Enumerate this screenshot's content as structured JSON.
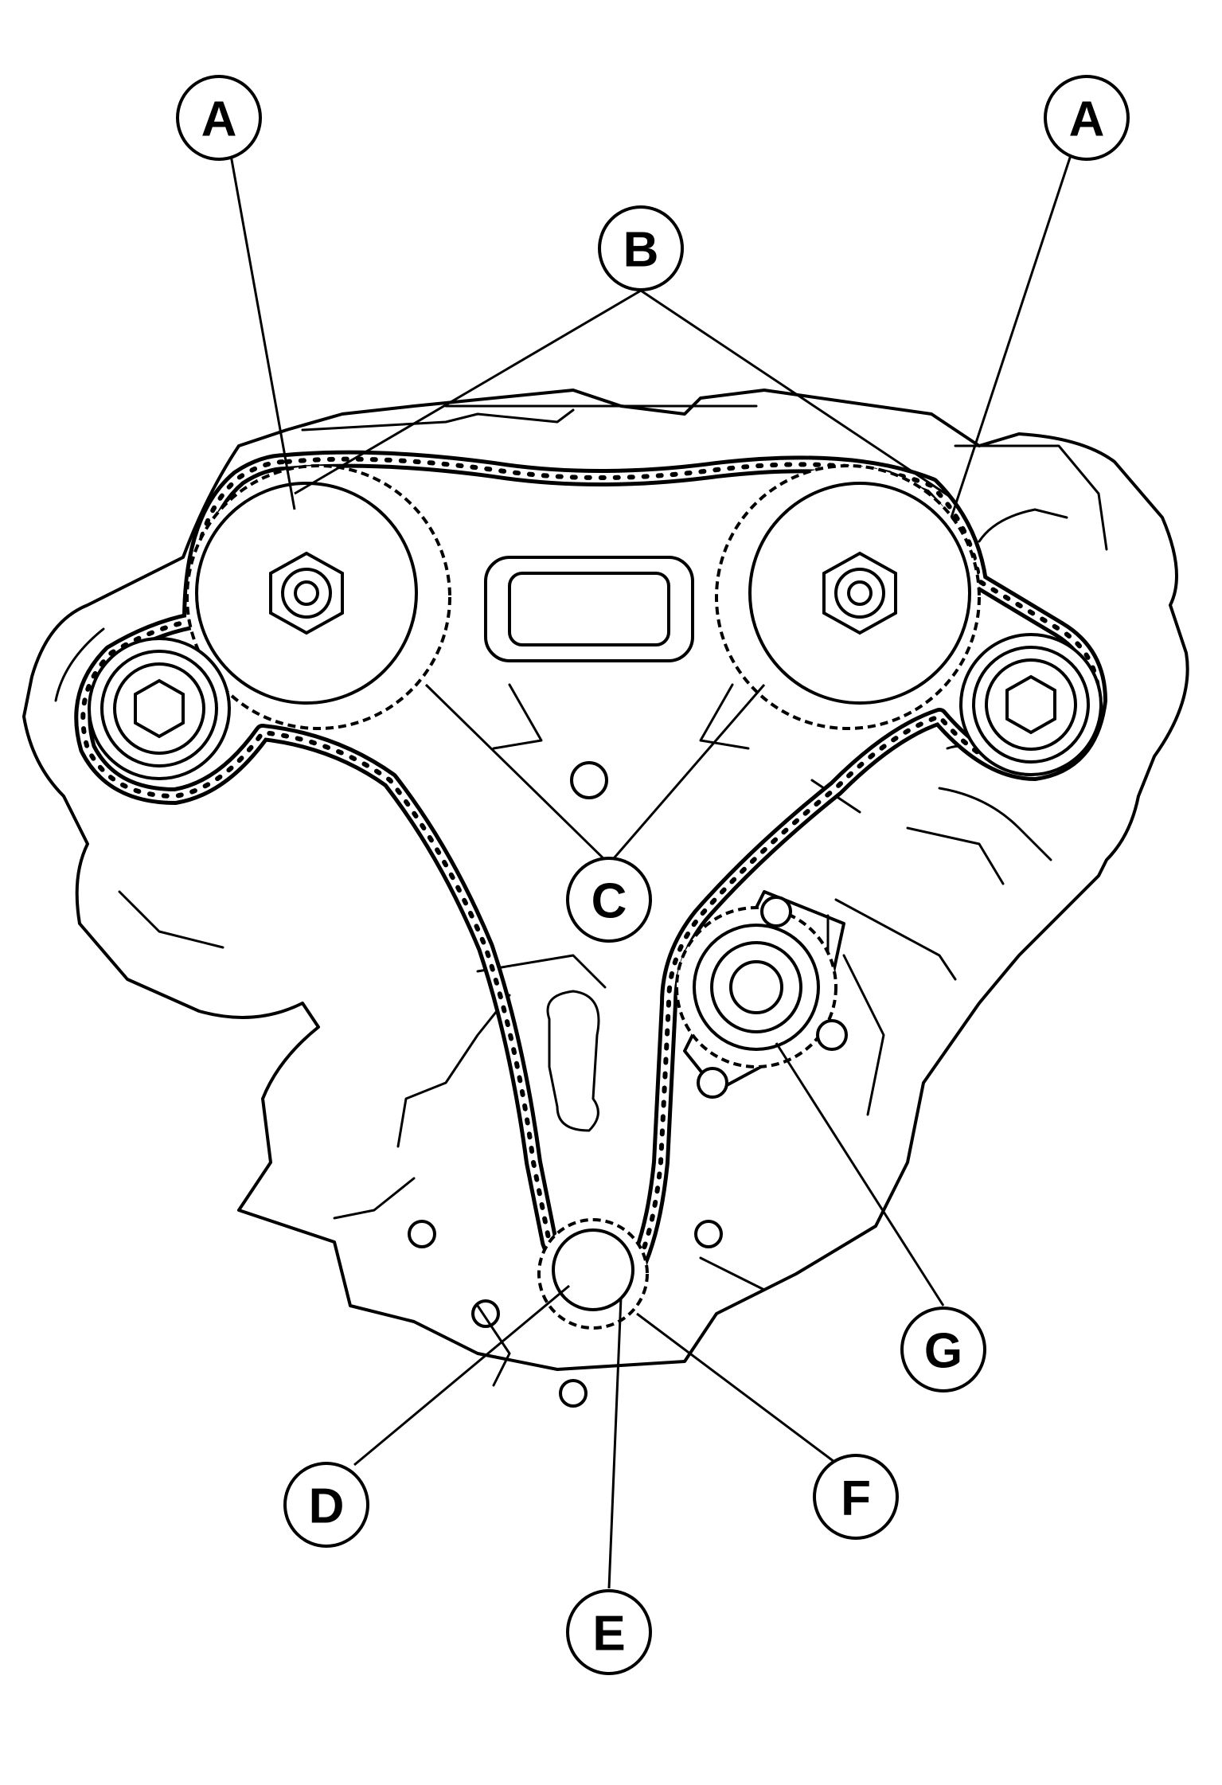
{
  "callouts": [
    {
      "id": "A-left",
      "label": "A"
    },
    {
      "id": "A-right",
      "label": "A"
    },
    {
      "id": "B",
      "label": "B"
    },
    {
      "id": "C",
      "label": "C"
    },
    {
      "id": "D",
      "label": "D"
    },
    {
      "id": "E",
      "label": "E"
    },
    {
      "id": "F",
      "label": "F"
    },
    {
      "id": "G",
      "label": "G"
    }
  ]
}
